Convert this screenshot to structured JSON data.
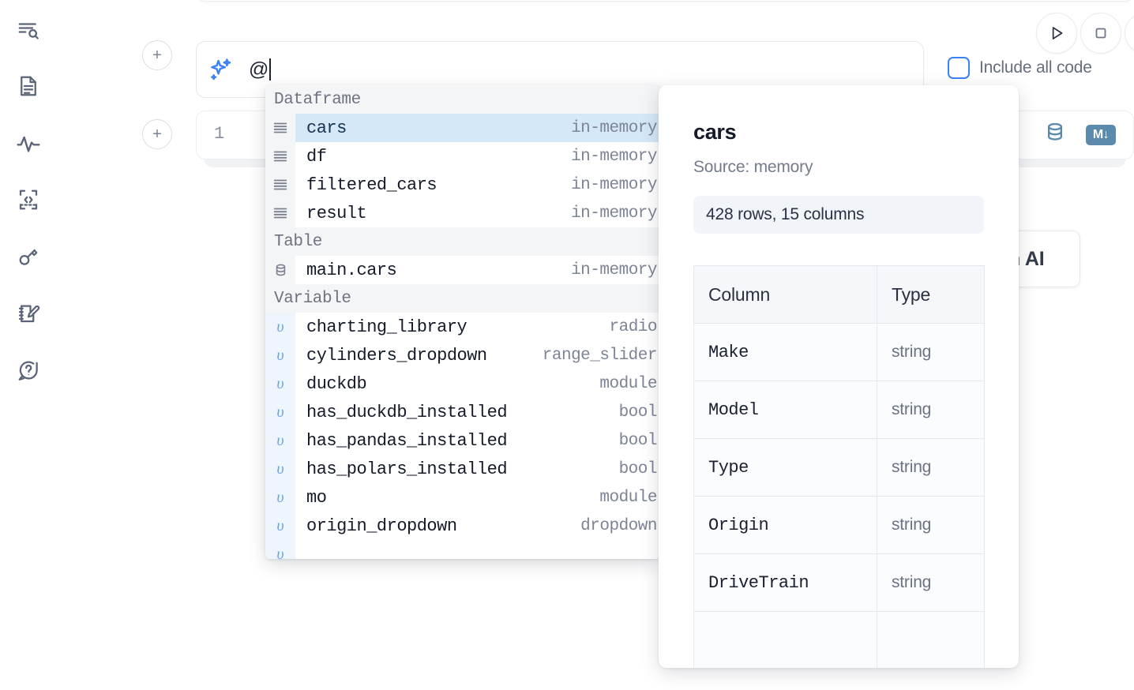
{
  "rail": {
    "items": [
      {
        "icon": "search-outline-icon",
        "name": "explore-search"
      },
      {
        "icon": "document-icon",
        "name": "notebook-files"
      },
      {
        "icon": "activity-pulse-icon",
        "name": "runtime-activity"
      },
      {
        "icon": "code-brackets-icon",
        "name": "snippets"
      },
      {
        "icon": "key-icon",
        "name": "secrets"
      },
      {
        "icon": "notepad-pencil-icon",
        "name": "scratchpad"
      },
      {
        "icon": "chat-question-icon",
        "name": "help-chat"
      }
    ]
  },
  "toolbar": {
    "add_label": "+",
    "run_icon": "play-icon",
    "stop_icon": "stop-square-icon",
    "include_all_code_label": "Include all code",
    "include_all_code_checked": false,
    "database_icon": "database-icon",
    "markdown_icon": "markdown-badge",
    "markdown_label": "M↓"
  },
  "ai_bar": {
    "sparkle_icon": "sparkles-icon",
    "value": "@",
    "placeholder": ""
  },
  "ai_chip": {
    "label": "h AI"
  },
  "editor": {
    "line_number": "1"
  },
  "autocomplete": {
    "groups": [
      {
        "label": "Dataframe",
        "items": [
          {
            "icon": "dataframe-icon",
            "name": "cars",
            "meta": "in-memory",
            "selected": true,
            "kind": "df"
          },
          {
            "icon": "dataframe-icon",
            "name": "df",
            "meta": "in-memory",
            "selected": false,
            "kind": "df"
          },
          {
            "icon": "dataframe-icon",
            "name": "filtered_cars",
            "meta": "in-memory",
            "selected": false,
            "kind": "df"
          },
          {
            "icon": "dataframe-icon",
            "name": "result",
            "meta": "in-memory",
            "selected": false,
            "kind": "df"
          }
        ]
      },
      {
        "label": "Table",
        "items": [
          {
            "icon": "database-icon",
            "name": "main.cars",
            "meta": "in-memory",
            "selected": false,
            "kind": "table"
          }
        ]
      },
      {
        "label": "Variable",
        "items": [
          {
            "icon": "variable-icon",
            "name": "charting_library",
            "meta": "radio",
            "selected": false,
            "kind": "var"
          },
          {
            "icon": "variable-icon",
            "name": "cylinders_dropdown",
            "meta": "range_slider",
            "selected": false,
            "kind": "var"
          },
          {
            "icon": "variable-icon",
            "name": "duckdb",
            "meta": "module",
            "selected": false,
            "kind": "var"
          },
          {
            "icon": "variable-icon",
            "name": "has_duckdb_installed",
            "meta": "bool",
            "selected": false,
            "kind": "var"
          },
          {
            "icon": "variable-icon",
            "name": "has_pandas_installed",
            "meta": "bool",
            "selected": false,
            "kind": "var"
          },
          {
            "icon": "variable-icon",
            "name": "has_polars_installed",
            "meta": "bool",
            "selected": false,
            "kind": "var"
          },
          {
            "icon": "variable-icon",
            "name": "mo",
            "meta": "module",
            "selected": false,
            "kind": "var"
          },
          {
            "icon": "variable-icon",
            "name": "origin_dropdown",
            "meta": "dropdown",
            "selected": false,
            "kind": "var"
          },
          {
            "icon": "variable-icon",
            "name": "",
            "meta": "",
            "selected": false,
            "kind": "var"
          }
        ]
      }
    ]
  },
  "detail": {
    "title": "cars",
    "source": "Source: memory",
    "shape": "428 rows, 15 columns",
    "columns_header": "Column",
    "type_header": "Type",
    "rows": [
      {
        "column": "Make",
        "type": "string"
      },
      {
        "column": "Model",
        "type": "string"
      },
      {
        "column": "Type",
        "type": "string"
      },
      {
        "column": "Origin",
        "type": "string"
      },
      {
        "column": "DriveTrain",
        "type": "string"
      },
      {
        "column": "",
        "type": ""
      }
    ]
  },
  "colors": {
    "accent_blue": "#3b82f6",
    "selection_blue": "#d5e8f8",
    "icon_steel": "#5b8aad",
    "group_bg": "#f4f5f7",
    "text_dark": "#141a28",
    "text_muted": "#7d8496"
  }
}
